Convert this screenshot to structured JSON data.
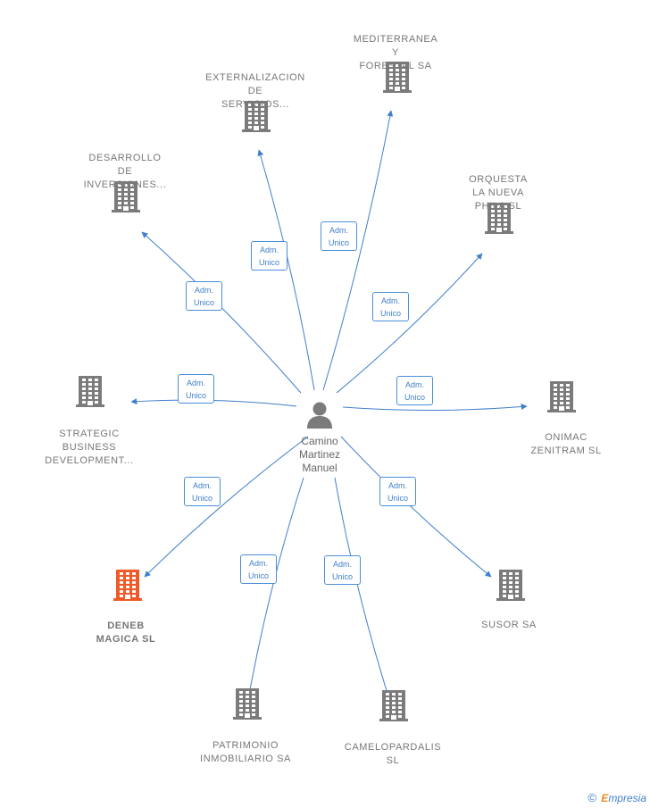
{
  "person": {
    "name_lines": [
      "Camino",
      "Martinez",
      "Manuel"
    ],
    "icon": "person-icon"
  },
  "role_label": {
    "line1": "Adm.",
    "line2": "Unico"
  },
  "colors": {
    "edge": "#3f7fcc",
    "building": "#7b7b7b",
    "building_highlight": "#f05a28",
    "label": "#777777"
  },
  "companies": [
    {
      "id": "mediterranea",
      "lines": [
        "MEDITERRANEA",
        "Y",
        "FORESTAL SA"
      ],
      "highlight": false
    },
    {
      "id": "externalizacion",
      "lines": [
        "EXTERNALIZACION",
        "DE",
        "SERVICIOS..."
      ],
      "highlight": false
    },
    {
      "id": "desarrollo",
      "lines": [
        "DESARROLLO",
        "DE",
        "INVERSIONES..."
      ],
      "highlight": false
    },
    {
      "id": "orquesta",
      "lines": [
        "ORQUESTA",
        "LA NUEVA",
        "PHILA  SL"
      ],
      "highlight": false
    },
    {
      "id": "strategic",
      "lines": [
        "STRATEGIC",
        "BUSINESS",
        "DEVELOPMENT..."
      ],
      "highlight": false
    },
    {
      "id": "onimac",
      "lines": [
        "ONIMAC",
        "ZENITRAM SL"
      ],
      "highlight": false
    },
    {
      "id": "deneb",
      "lines": [
        "DENEB",
        "MAGICA  SL"
      ],
      "highlight": true
    },
    {
      "id": "susor",
      "lines": [
        "SUSOR SA"
      ],
      "highlight": false
    },
    {
      "id": "patrimonio",
      "lines": [
        "PATRIMONIO",
        "INMOBILIARIO SA"
      ],
      "highlight": false
    },
    {
      "id": "camelopardalis",
      "lines": [
        "CAMELOPARDALIS",
        "SL"
      ],
      "highlight": false
    }
  ],
  "footer": {
    "copyright": "©",
    "brand_first": "E",
    "brand_rest": "mpresia"
  }
}
